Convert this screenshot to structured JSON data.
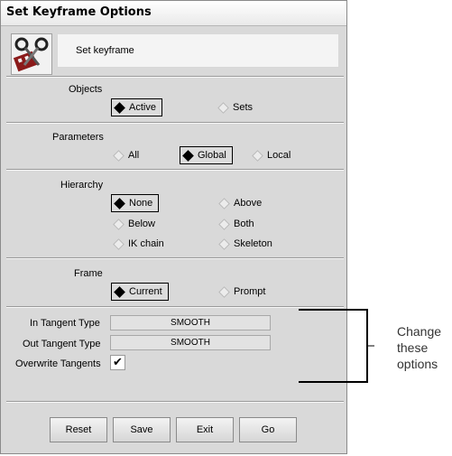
{
  "window": {
    "title": "Set Keyframe Options"
  },
  "header": {
    "text": "Set keyframe",
    "logo_icon": "keyframe-scissors-icon"
  },
  "objects": {
    "label": "Objects",
    "options": [
      "Active",
      "Sets"
    ],
    "selected": "Active"
  },
  "parameters": {
    "label": "Parameters",
    "options": [
      "All",
      "Global",
      "Local"
    ],
    "selected": "Global"
  },
  "hierarchy": {
    "label": "Hierarchy",
    "options": [
      "None",
      "Above",
      "Below",
      "Both",
      "IK chain",
      "Skeleton"
    ],
    "selected": "None"
  },
  "frame": {
    "label": "Frame",
    "options": [
      "Current",
      "Prompt"
    ],
    "selected": "Current"
  },
  "tangents": {
    "in_label": "In Tangent Type",
    "in_value": "SMOOTH",
    "out_label": "Out Tangent Type",
    "out_value": "SMOOTH",
    "overwrite_label": "Overwrite Tangents",
    "overwrite_checked": true,
    "check_glyph": "✔"
  },
  "buttons": {
    "reset": "Reset",
    "save": "Save",
    "exit": "Exit",
    "go": "Go"
  },
  "annotation": {
    "lines": [
      "Change",
      "these",
      "options"
    ]
  }
}
